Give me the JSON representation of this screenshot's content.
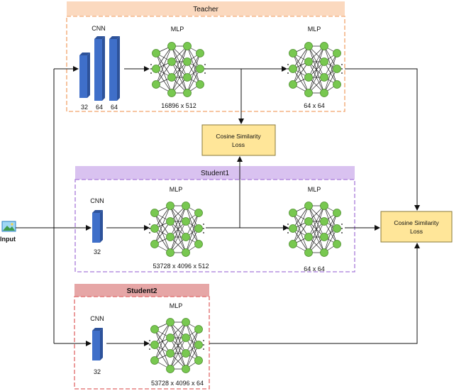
{
  "teacher": {
    "title": "Teacher",
    "cnn_label": "CNN",
    "cnn_sizes": [
      "32",
      "64",
      "64"
    ],
    "mlp1_label": "MLP",
    "mlp1_dims": "16896 x 512",
    "mlp2_label": "MLP",
    "mlp2_dims": "64 x 64"
  },
  "student1": {
    "title": "Student1",
    "cnn_label": "CNN",
    "cnn_size": "32",
    "mlp1_label": "MLP",
    "mlp1_dims": "53728 x 4096 x 512",
    "mlp2_label": "MLP",
    "mlp2_dims": "64 x 64"
  },
  "student2": {
    "title": "Student2",
    "cnn_label": "CNN",
    "cnn_size": "32",
    "mlp_label": "MLP",
    "mlp_dims": "53728 x 4096 x  64"
  },
  "loss_mid": {
    "line1": "Cosine Similarity",
    "line2": "Loss"
  },
  "loss_right": {
    "line1": "Cosine Similarity",
    "line2": "Loss"
  },
  "input": {
    "label": "Input",
    "icon": "image-icon"
  },
  "colors": {
    "teacher_border": "#f2a36b",
    "teacher_header": "#fbd9bf",
    "student1_border": "#a77ad9",
    "student1_header": "#d9c2f0",
    "student2_border": "#e06666",
    "student2_header": "#e6a6a6",
    "cnn_fill": "#3f6fc9",
    "cnn_dark": "#2d529a",
    "node_fill": "#78c850",
    "node_stroke": "#4d8f2c",
    "loss_fill": "#ffe699",
    "loss_stroke": "#8a7a3a"
  }
}
